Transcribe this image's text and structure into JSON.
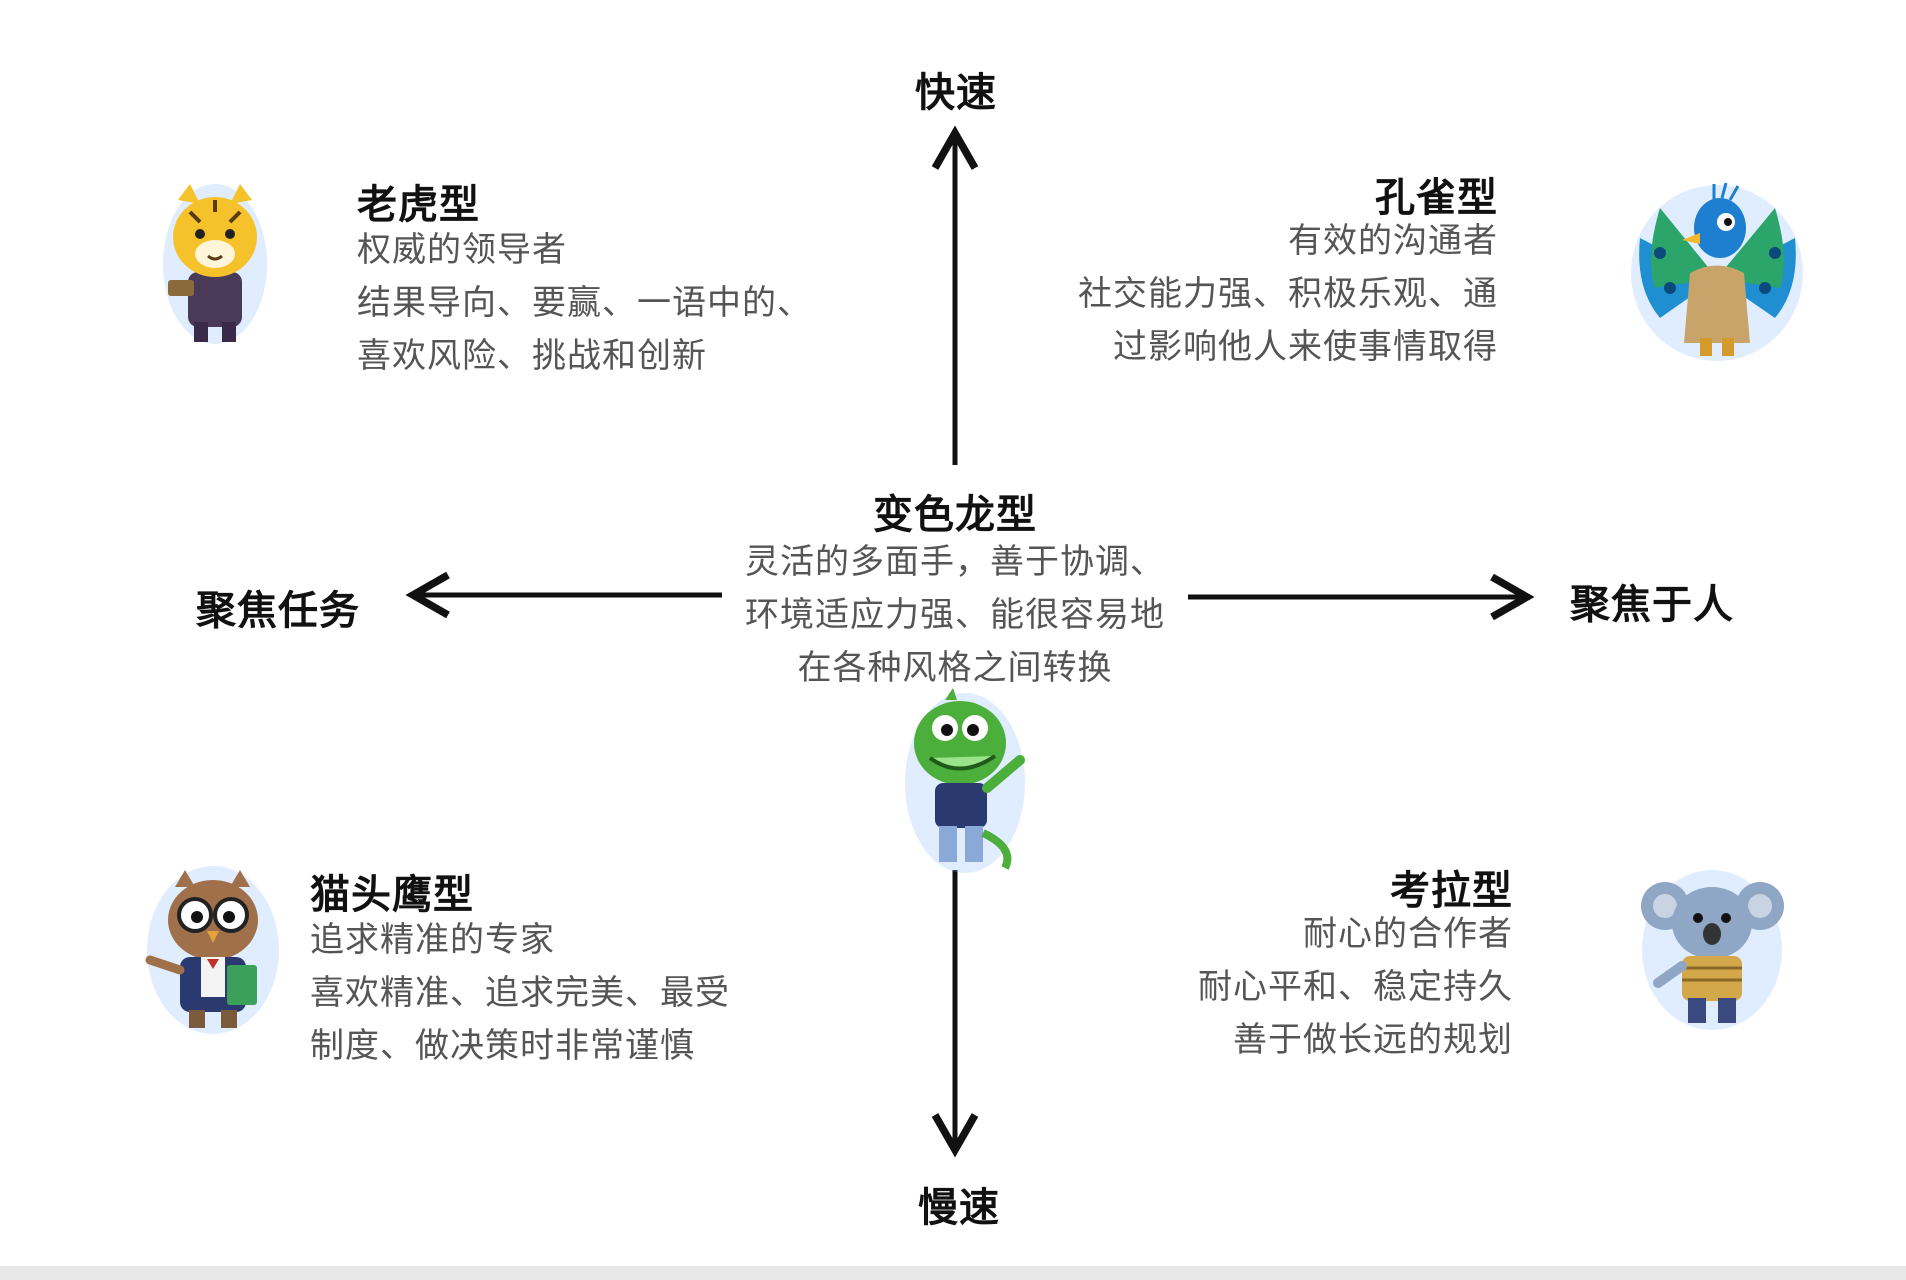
{
  "axes": {
    "top": "快速",
    "bottom": "慢速",
    "left": "聚焦任务",
    "right": "聚焦于人"
  },
  "types": {
    "tiger": {
      "title": "老虎型",
      "lines": [
        "权威的领导者",
        "结果导向、要赢、一语中的、",
        "喜欢风险、挑战和创新"
      ]
    },
    "peacock": {
      "title": "孔雀型",
      "lines": [
        "有效的沟通者",
        "社交能力强、积极乐观、通",
        "过影响他人来使事情取得"
      ]
    },
    "chameleon": {
      "title": "变色龙型",
      "lines": [
        "灵活的多面手，善于协调、",
        "环境适应力强、能很容易地",
        "在各种风格之间转换"
      ]
    },
    "owl": {
      "title": "猫头鹰型",
      "lines": [
        "追求精准的专家",
        "喜欢精准、追求完美、最受",
        "制度、做决策时非常谨慎"
      ]
    },
    "koala": {
      "title": "考拉型",
      "lines": [
        "耐心的合作者",
        "耐心平和、稳定持久",
        "善于做长远的规划"
      ]
    }
  },
  "colors": {
    "arrow": "#111111",
    "title": "#111111",
    "desc": "#555555",
    "glow": "#7fb6ff",
    "tiger": "#f5c22b",
    "peacock": "#1f8fd1",
    "chameleon": "#4caf3c",
    "owl": "#a0704a",
    "koala": "#8fa6c4"
  },
  "icons": {
    "tiger": "tiger-mascot-icon",
    "peacock": "peacock-mascot-icon",
    "chameleon": "chameleon-mascot-icon",
    "owl": "owl-mascot-icon",
    "koala": "koala-mascot-icon"
  }
}
